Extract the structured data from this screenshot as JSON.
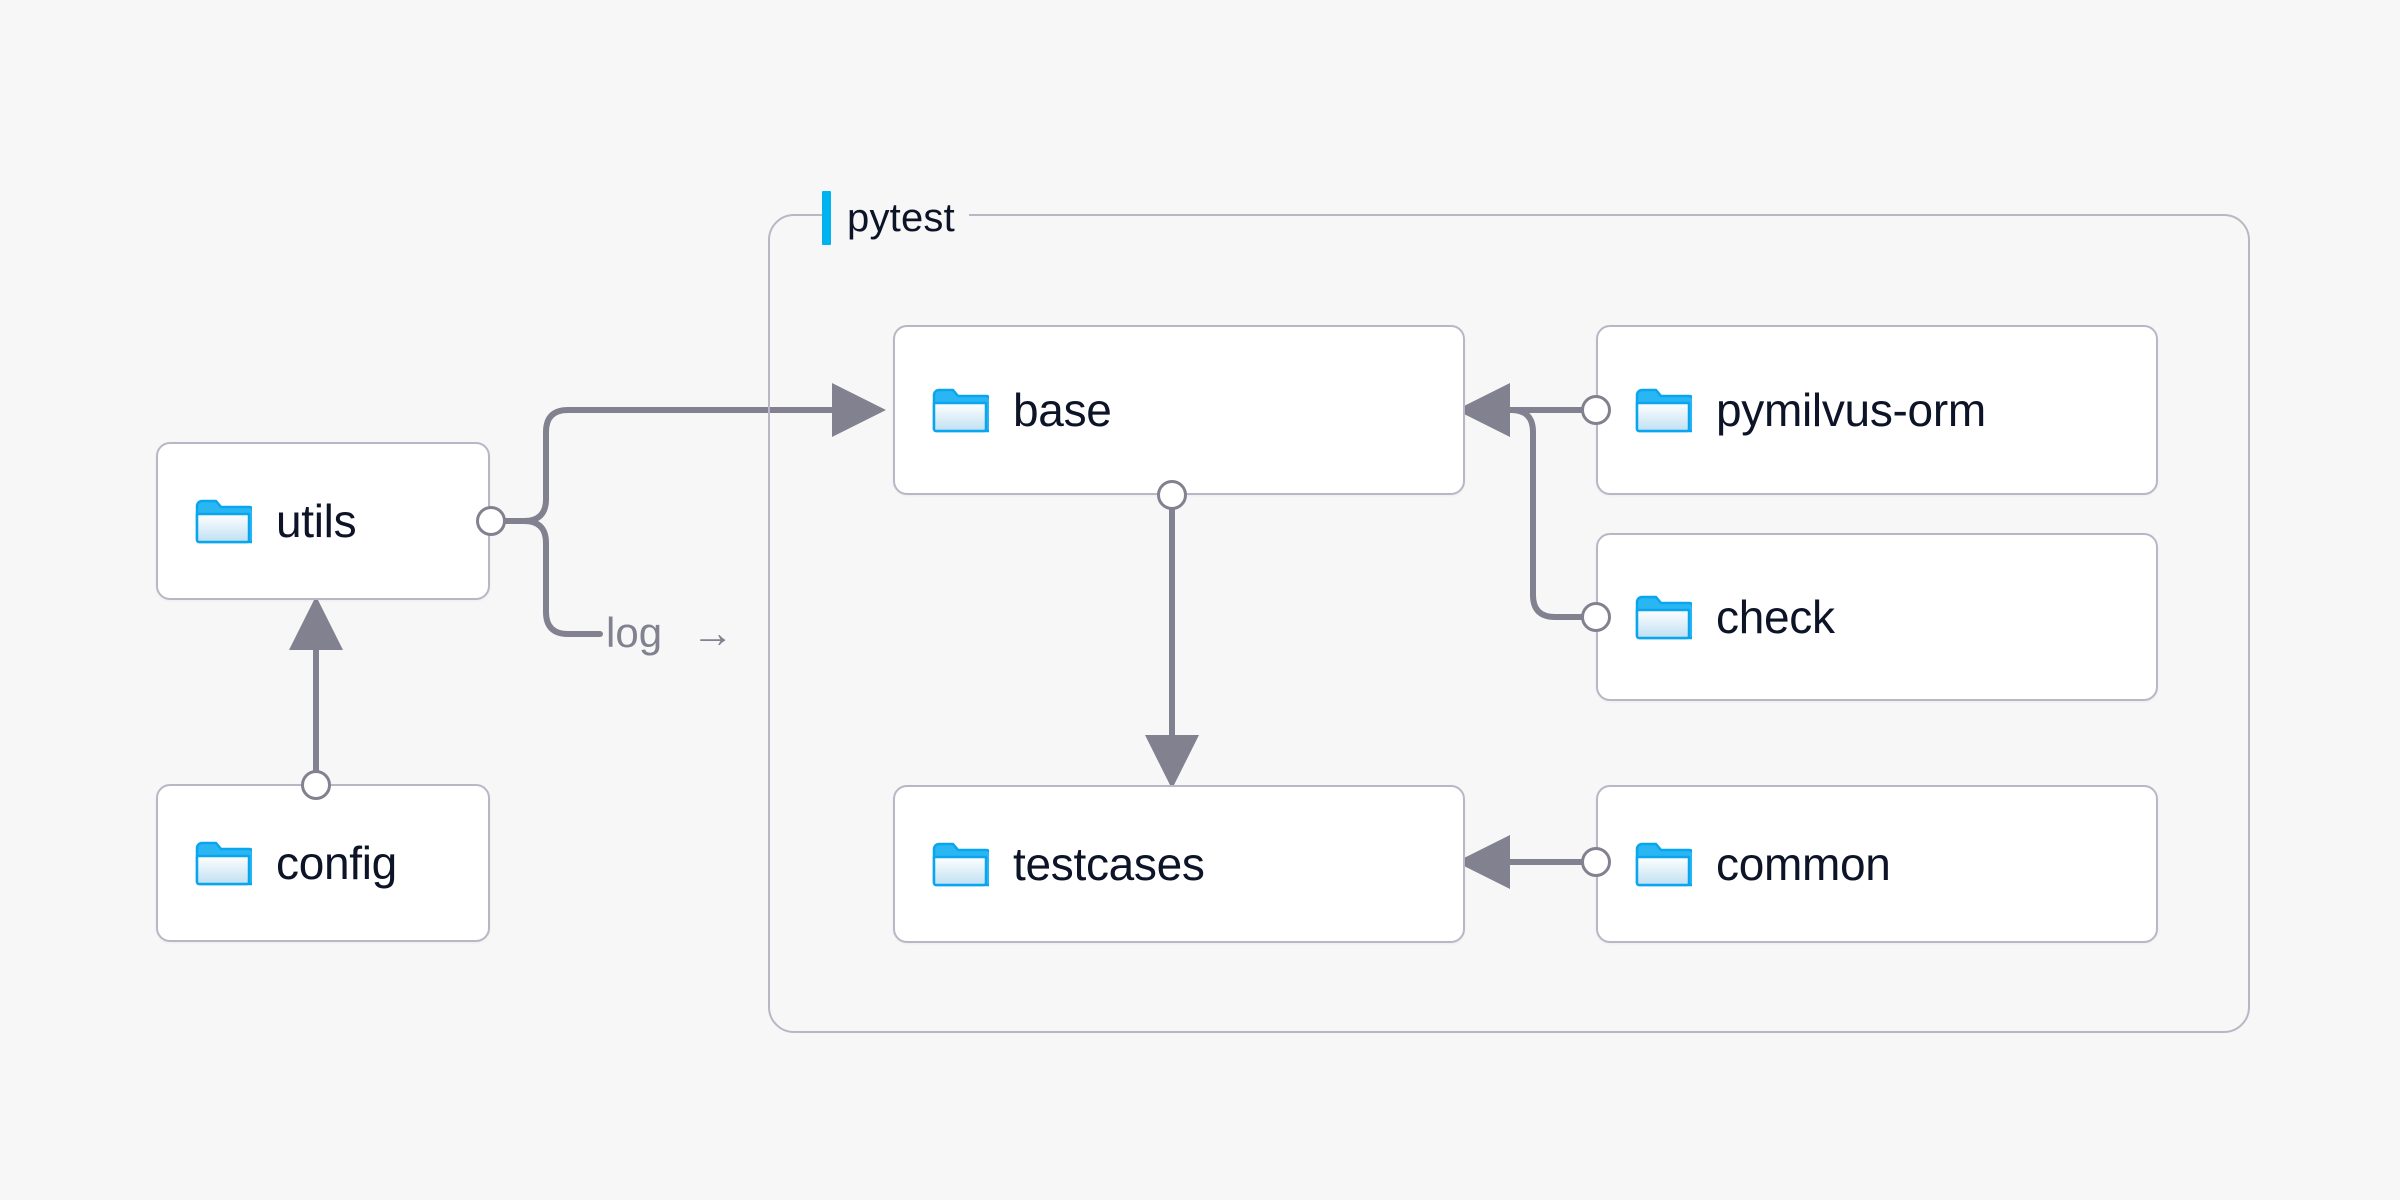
{
  "canvas": {
    "background": "#f7f7f8",
    "line_color": "#81818f",
    "border_color": "#b9b7c6",
    "accent_color": "#00b2f0",
    "text_color": "#0d1428"
  },
  "group": {
    "name": "pytest-group",
    "title": "pytest",
    "accent": "#00b2f0"
  },
  "nodes": [
    {
      "id": "utils",
      "label": "utils",
      "icon": "folder-icon"
    },
    {
      "id": "config",
      "label": "config",
      "icon": "folder-icon"
    },
    {
      "id": "base",
      "label": "base",
      "icon": "folder-icon"
    },
    {
      "id": "testcases",
      "label": "testcases",
      "icon": "folder-icon"
    },
    {
      "id": "pymilvus-orm",
      "label": "pymilvus-orm",
      "icon": "folder-icon"
    },
    {
      "id": "check",
      "label": "check",
      "icon": "folder-icon"
    },
    {
      "id": "common",
      "label": "common",
      "icon": "folder-icon"
    }
  ],
  "edges": [
    {
      "id": "config-to-utils",
      "from": "config",
      "to": "utils",
      "label": ""
    },
    {
      "id": "utils-to-base",
      "from": "utils",
      "to": "base",
      "label": ""
    },
    {
      "id": "utils-to-pytest-log",
      "from": "utils",
      "to": "pytest",
      "label": "log"
    },
    {
      "id": "base-to-testcases",
      "from": "base",
      "to": "testcases",
      "label": ""
    },
    {
      "id": "pymilvus-orm-to-base",
      "from": "pymilvus-orm",
      "to": "base",
      "label": ""
    },
    {
      "id": "check-to-base",
      "from": "check",
      "to": "base",
      "label": ""
    },
    {
      "id": "common-to-testcases",
      "from": "common",
      "to": "testcases",
      "label": ""
    }
  ],
  "labels": {
    "log": "log",
    "log_arrow": "→"
  }
}
